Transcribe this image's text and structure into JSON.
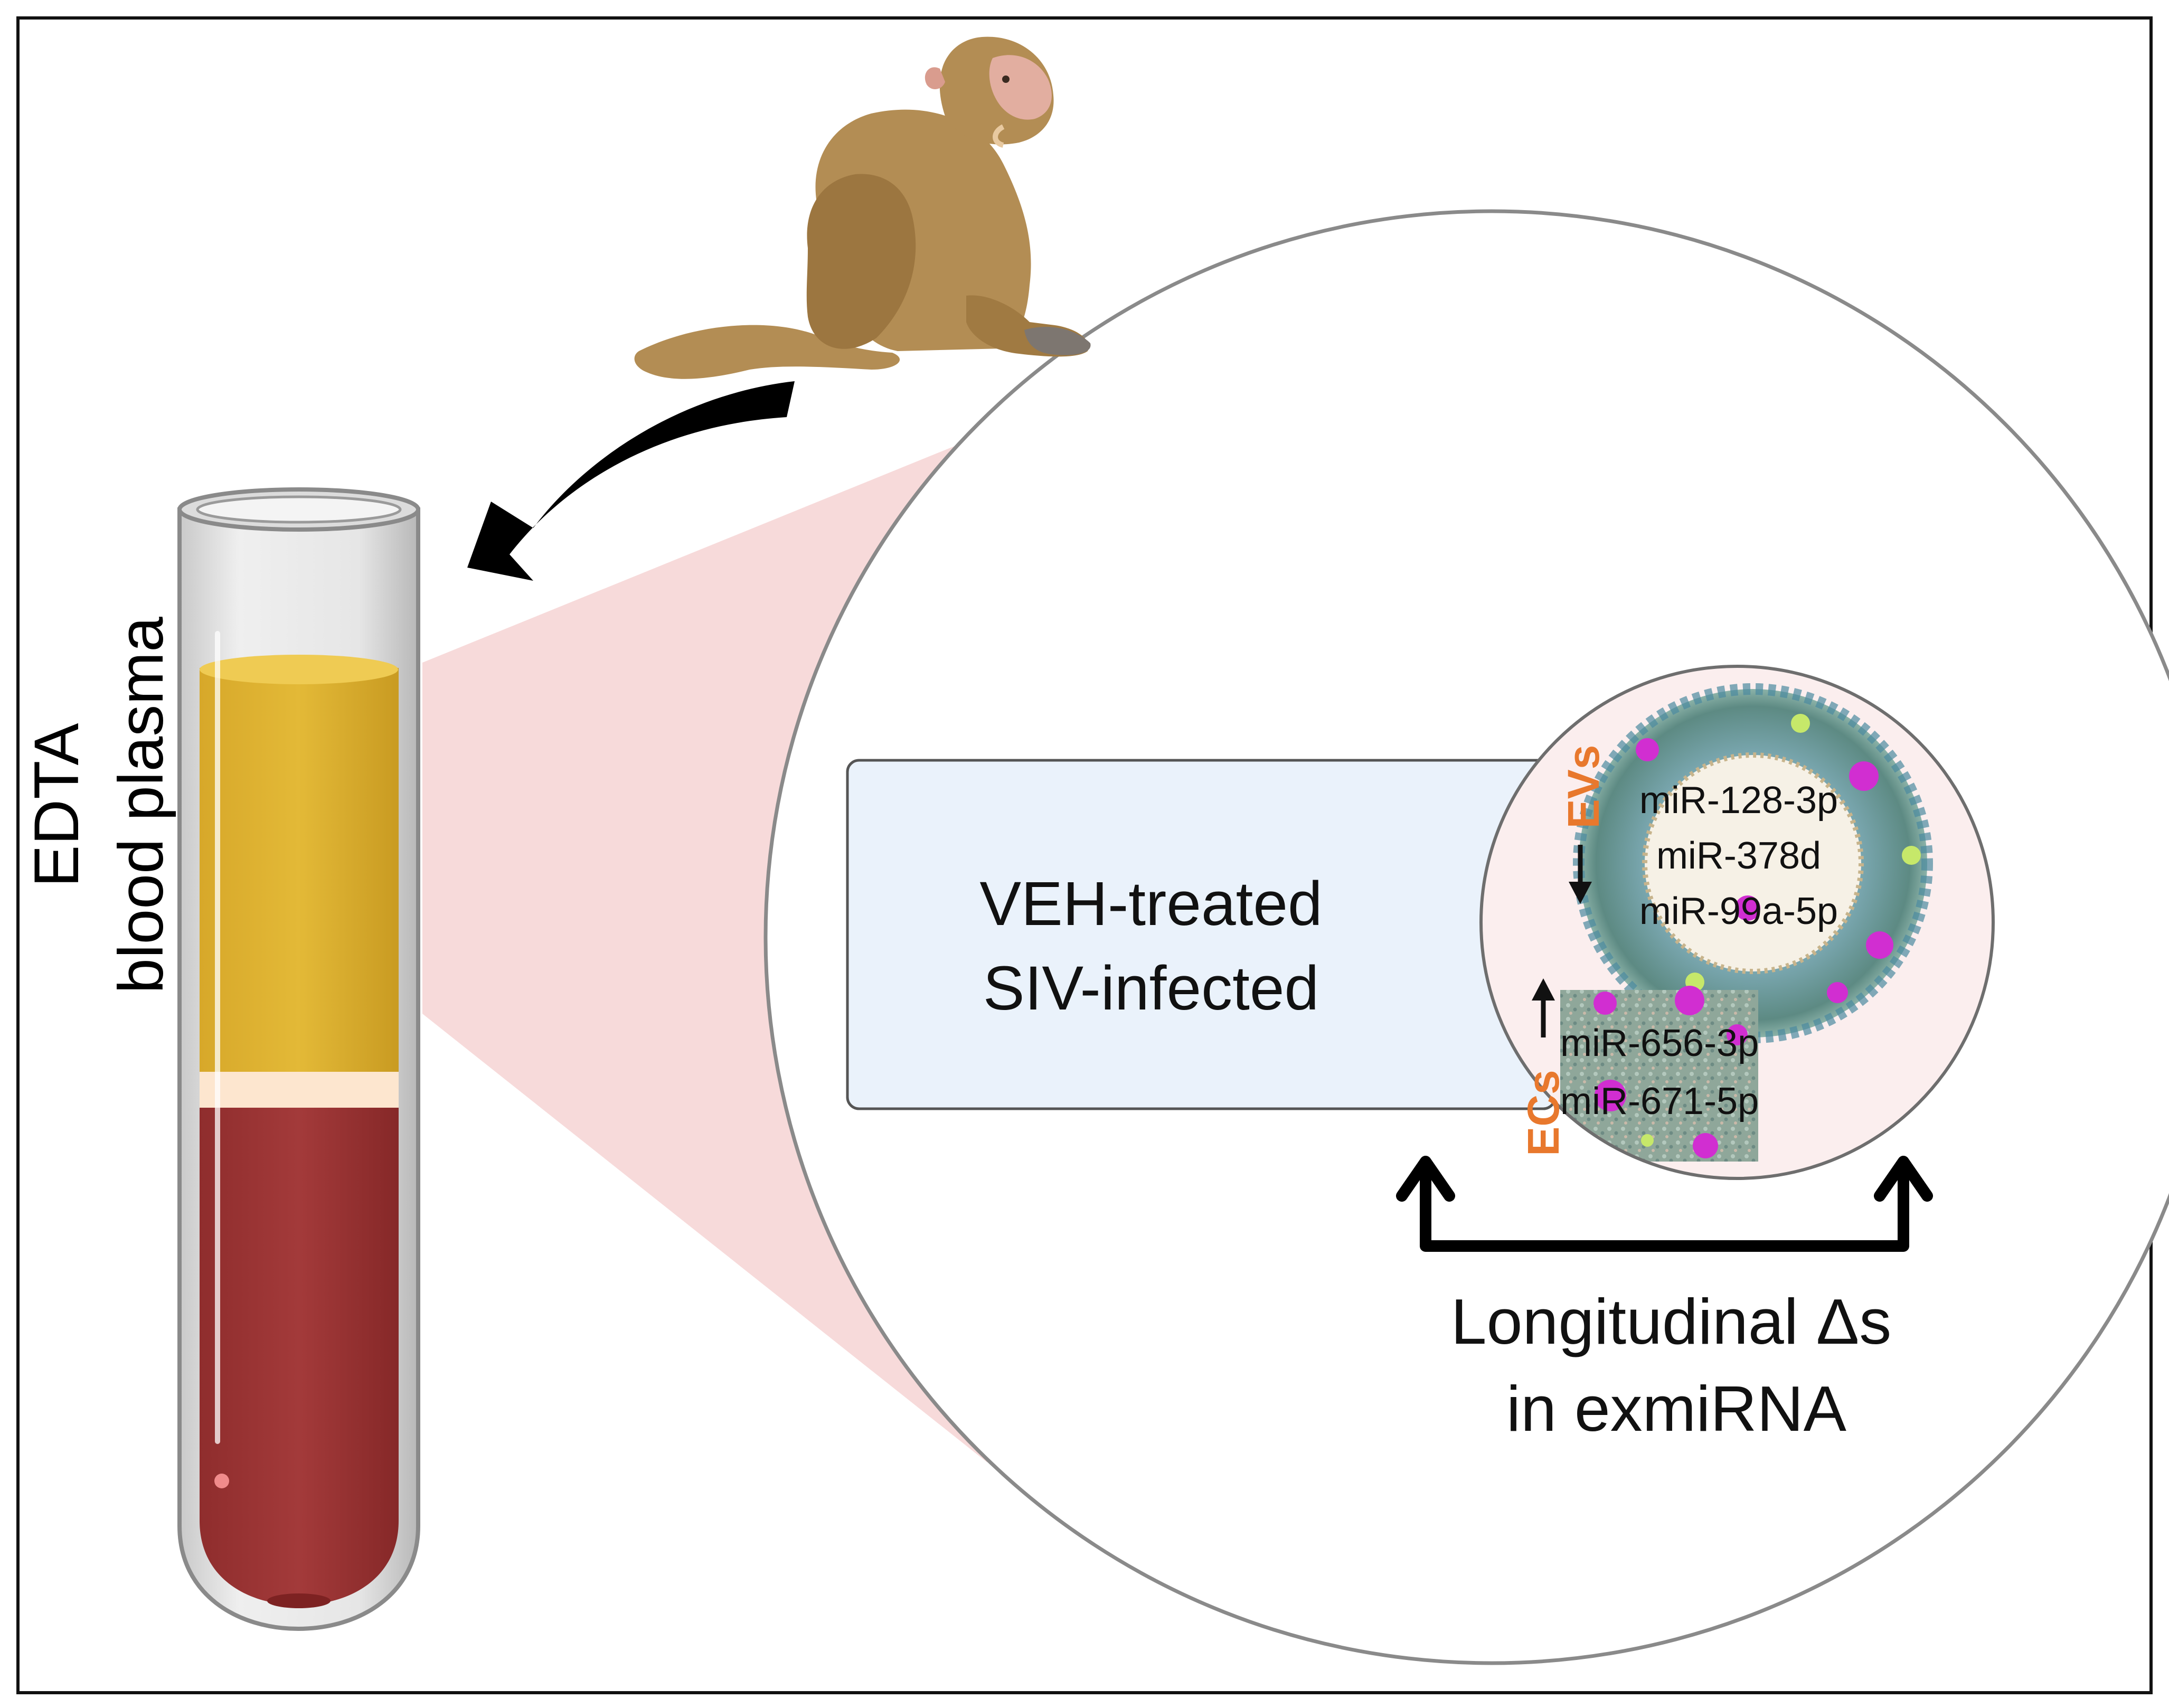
{
  "tube": {
    "line1": "EDTA",
    "line2": "blood plasma"
  },
  "group_box": {
    "line1": "VEH-treated",
    "line2": "SIV-infected"
  },
  "ev_section": {
    "tag": "EVs",
    "direction": "down",
    "mirnas": [
      "miR-128-3p",
      "miR-378d",
      "miR-99a-5p"
    ]
  },
  "ec_section": {
    "tag": "ECs",
    "direction": "up",
    "mirnas": [
      "miR-656-3p",
      "miR-671-5p"
    ]
  },
  "caption": {
    "line1": "Longitudinal Δs",
    "line2": "in exmiRNA"
  },
  "colors": {
    "frame": "#111111",
    "plasma": "#e2b835",
    "blood": "#a03838",
    "buffy_coat": "#fde6cf",
    "zoom_cone": "#f6d4d4",
    "group_box_fill": "#eaf2fb",
    "tag_orange": "#e8782d",
    "monkey_fur": "#b38d54"
  },
  "icons": [
    "rhesus-macaque-icon",
    "blood-tube-icon",
    "extracellular-vesicle-icon",
    "extracellular-condensate-icon"
  ]
}
